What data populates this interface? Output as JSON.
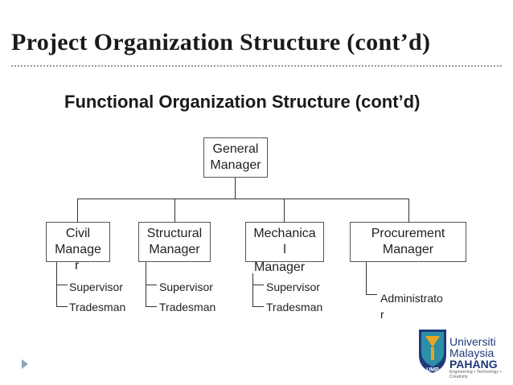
{
  "slide": {
    "title": "Project Organization Structure (cont’d)",
    "subtitle": "Functional Organization Structure (cont’d)"
  },
  "org": {
    "top": {
      "line1": "General",
      "line2": "Manager"
    },
    "departments": [
      {
        "line1": "Civil",
        "line2": "Manage",
        "line3": "r",
        "subordinates": [
          "Supervisor",
          "Tradesman"
        ]
      },
      {
        "line1": "Structural",
        "line2": "Manager",
        "subordinates": [
          "Supervisor",
          "Tradesman"
        ]
      },
      {
        "line1": "Mechanica",
        "line2": "l",
        "line3": "Manager",
        "subordinates": [
          "Supervisor",
          "Tradesman"
        ]
      },
      {
        "line1": "Procurement",
        "line2": "Manager",
        "subordinates": [
          "Administrato",
          "r"
        ]
      }
    ]
  },
  "logo": {
    "line1": "Universiti",
    "line2": "Malaysia",
    "line3": "PAHANG",
    "tagline": "Engineering • Technology • Creativity",
    "emblem_text": "UMP"
  },
  "colors": {
    "bullet": "#8fa6b9",
    "logo_blue": "#1f3a7a",
    "logo_gold": "#e8a521",
    "logo_teal": "#2c8fa8"
  }
}
